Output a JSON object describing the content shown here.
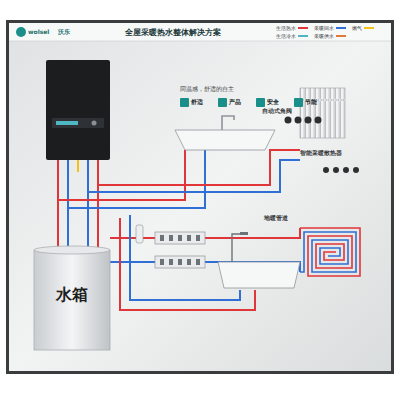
{
  "diagram": {
    "title": "全屋采暖热水整体解决方案",
    "nodes": [
      {
        "text": [
          "水箱"
        ]
      },
      {
        "text": [
          "舒适"
        ]
      },
      {
        "text": [
          "产品"
        ]
      },
      {
        "text": [
          "安全"
        ]
      },
      {
        "text": [
          "节能"
        ]
      }
    ],
    "labels": [
      "wolsel",
      "沃乐",
      "同温感，舒适的自主",
      "自动式角阀",
      "智能采暖散热器",
      "地暖管道"
    ],
    "legend": [
      {
        "text": "生活热水",
        "color": "#e0363a"
      },
      {
        "text": "采暖回水",
        "color": "#2f6fd6"
      },
      {
        "text": "燃气",
        "color": "#f2c21a"
      },
      {
        "text": "生活冷水",
        "color": "#4fb6c4"
      },
      {
        "text": "采暖供水",
        "color": "#e07a36"
      }
    ]
  }
}
